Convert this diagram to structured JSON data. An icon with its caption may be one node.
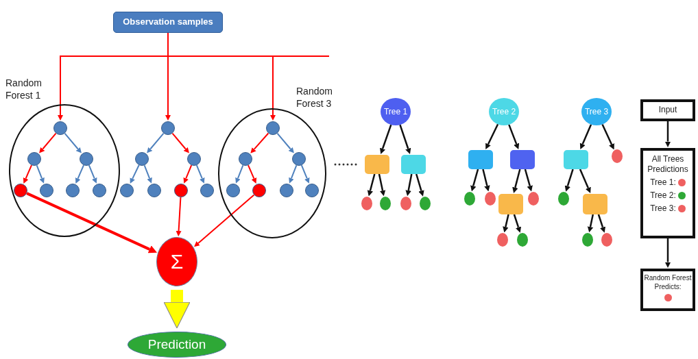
{
  "diagram": {
    "nodes": [
      {
        "text": [
          "Observation samples"
        ]
      },
      {
        "text": [
          "Random Forest 1"
        ]
      },
      {
        "text": [],
        "shape": "circle",
        "in": 1
      },
      {
        "text": [],
        "shape": "circle",
        "in": 1
      },
      {
        "text": [],
        "shape": "circle",
        "in": 1
      },
      {
        "text": [],
        "shape": "circle",
        "in": 1
      },
      {
        "text": [],
        "shape": "circle",
        "in": 1
      },
      {
        "text": [],
        "shape": "circle",
        "in": 1
      },
      {
        "text": [],
        "shape": "circle",
        "in": 1
      },
      {
        "text": [],
        "shape": "circle"
      },
      {
        "text": [],
        "shape": "circle"
      },
      {
        "text": [],
        "shape": "circle"
      },
      {
        "text": [],
        "shape": "circle"
      },
      {
        "text": [],
        "shape": "circle"
      },
      {
        "text": [],
        "shape": "circle"
      },
      {
        "text": [],
        "shape": "circle"
      },
      {
        "text": [
          "Random Forest 3"
        ]
      },
      {
        "text": [],
        "shape": "circle",
        "in": 16
      },
      {
        "text": [],
        "shape": "circle",
        "in": 16
      },
      {
        "text": [],
        "shape": "circle",
        "in": 16
      },
      {
        "text": [],
        "shape": "circle",
        "in": 16
      },
      {
        "text": [],
        "shape": "circle",
        "in": 16
      },
      {
        "text": [],
        "shape": "circle",
        "in": 16
      },
      {
        "text": [],
        "shape": "circle",
        "in": 16
      },
      {
        "text": [
          "Σ"
        ]
      },
      {
        "text": [
          "Prediction"
        ]
      },
      {
        "text": [
          "Tree 1"
        ]
      },
      {
        "text": [],
        "shape": "box"
      },
      {
        "text": [],
        "shape": "box"
      },
      {
        "text": [],
        "shape": "circle"
      },
      {
        "text": [],
        "shape": "circle"
      },
      {
        "text": [],
        "shape": "circle"
      },
      {
        "text": [],
        "shape": "circle"
      },
      {
        "text": [
          "Tree 2"
        ]
      },
      {
        "text": [],
        "shape": "box"
      },
      {
        "text": [],
        "shape": "box"
      },
      {
        "text": [],
        "shape": "circle"
      },
      {
        "text": [],
        "shape": "circle"
      },
      {
        "text": [],
        "shape": "box"
      },
      {
        "text": [],
        "shape": "circle"
      },
      {
        "text": [],
        "shape": "circle"
      },
      {
        "text": [],
        "shape": "circle"
      },
      {
        "text": [
          "Tree 3"
        ]
      },
      {
        "text": [],
        "shape": "box"
      },
      {
        "text": [],
        "shape": "circle"
      },
      {
        "text": [],
        "shape": "circle"
      },
      {
        "text": [],
        "shape": "box"
      },
      {
        "text": [],
        "shape": "circle"
      },
      {
        "text": [],
        "shape": "circle"
      },
      {
        "text": [
          "Input"
        ]
      },
      {
        "text": [
          "All Trees Predictions",
          "Tree 1:",
          "Tree 2:",
          "Tree 3:"
        ]
      },
      {
        "text": [
          "Random Forest Predicts:"
        ]
      }
    ],
    "edges": [
      {
        "from": 0,
        "to": null,
        "arrow": "none",
        "color": "#ff0000"
      },
      {
        "from": 0,
        "to": 2,
        "arrow": "to",
        "color": "#ff0000"
      },
      {
        "from": 0,
        "to": 9,
        "arrow": "to",
        "color": "#ff0000"
      },
      {
        "from": 0,
        "to": 17,
        "arrow": "to",
        "color": "#ff0000"
      },
      {
        "from": 2,
        "to": 3,
        "arrow": "to",
        "color": "#ff0000"
      },
      {
        "from": 2,
        "to": 4,
        "arrow": "to",
        "color": "#4f81bd"
      },
      {
        "from": 3,
        "to": 5,
        "arrow": "to",
        "color": "#ff0000"
      },
      {
        "from": 3,
        "to": 6,
        "arrow": "to",
        "color": "#4f81bd"
      },
      {
        "from": 4,
        "to": 7,
        "arrow": "to",
        "color": "#4f81bd"
      },
      {
        "from": 4,
        "to": 8,
        "arrow": "to",
        "color": "#4f81bd"
      },
      {
        "from": 9,
        "to": 10,
        "arrow": "to",
        "color": "#4f81bd"
      },
      {
        "from": 9,
        "to": 11,
        "arrow": "to",
        "color": "#ff0000"
      },
      {
        "from": 10,
        "to": 12,
        "arrow": "to",
        "color": "#4f81bd"
      },
      {
        "from": 10,
        "to": 13,
        "arrow": "to",
        "color": "#4f81bd"
      },
      {
        "from": 11,
        "to": 14,
        "arrow": "to",
        "color": "#ff0000"
      },
      {
        "from": 11,
        "to": 15,
        "arrow": "to",
        "color": "#4f81bd"
      },
      {
        "from": 17,
        "to": 18,
        "arrow": "to",
        "color": "#ff0000"
      },
      {
        "from": 17,
        "to": 19,
        "arrow": "to",
        "color": "#4f81bd"
      },
      {
        "from": 18,
        "to": 20,
        "arrow": "to",
        "color": "#4f81bd"
      },
      {
        "from": 18,
        "to": 21,
        "arrow": "to",
        "color": "#ff0000"
      },
      {
        "from": 19,
        "to": 22,
        "arrow": "to",
        "color": "#4f81bd"
      },
      {
        "from": 19,
        "to": 23,
        "arrow": "to",
        "color": "#4f81bd"
      },
      {
        "from": 5,
        "to": 24,
        "arrow": "to",
        "style": "thick",
        "color": "#ff0000"
      },
      {
        "from": 14,
        "to": 24,
        "arrow": "to",
        "color": "#ff0000"
      },
      {
        "from": 21,
        "to": 24,
        "arrow": "to",
        "color": "#ff0000"
      },
      {
        "from": 24,
        "to": 25,
        "arrow": "to",
        "style": "thick",
        "color": "#ffff00"
      },
      {
        "from": 26,
        "to": 27,
        "arrow": "to"
      },
      {
        "from": 26,
        "to": 28,
        "arrow": "to"
      },
      {
        "from": 27,
        "to": 29,
        "arrow": "to"
      },
      {
        "from": 27,
        "to": 30,
        "arrow": "to"
      },
      {
        "from": 28,
        "to": 31,
        "arrow": "to"
      },
      {
        "from": 28,
        "to": 32,
        "arrow": "to"
      },
      {
        "from": 33,
        "to": 34,
        "arrow": "to"
      },
      {
        "from": 33,
        "to": 35,
        "arrow": "to"
      },
      {
        "from": 34,
        "to": 36,
        "arrow": "to"
      },
      {
        "from": 34,
        "to": 37,
        "arrow": "to"
      },
      {
        "from": 35,
        "to": 38,
        "arrow": "to"
      },
      {
        "from": 35,
        "to": 39,
        "arrow": "to"
      },
      {
        "from": 38,
        "to": 40,
        "arrow": "to"
      },
      {
        "from": 38,
        "to": 41,
        "arrow": "to"
      },
      {
        "from": 42,
        "to": 43,
        "arrow": "to"
      },
      {
        "from": 42,
        "to": 44,
        "arrow": "to"
      },
      {
        "from": 43,
        "to": 45,
        "arrow": "to"
      },
      {
        "from": 43,
        "to": 46,
        "arrow": "to"
      },
      {
        "from": 46,
        "to": 47,
        "arrow": "to"
      },
      {
        "from": 46,
        "to": 48,
        "arrow": "to"
      },
      {
        "from": 49,
        "to": 50,
        "arrow": "to"
      },
      {
        "from": 50,
        "to": 51,
        "arrow": "to"
      }
    ]
  }
}
